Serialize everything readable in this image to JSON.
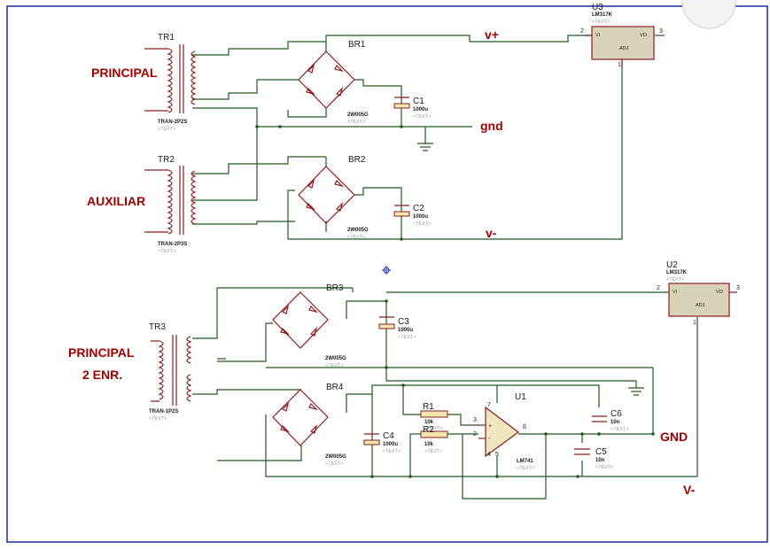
{
  "schematic": {
    "net_labels": {
      "principal": "PRINCIPAL",
      "auxiliar": "AUXILIAR",
      "principal2_line1": "PRINCIPAL",
      "principal2_line2": "2 ENR.",
      "vplus": "v+",
      "gnd": "gnd",
      "vminus": "v-",
      "gnd_caps": "GND",
      "vminus_caps": "V-"
    },
    "placeholder_text": "<TEXT>",
    "components": {
      "tr1": {
        "ref": "TR1",
        "value": "TRAN-2P2S"
      },
      "tr2": {
        "ref": "TR2",
        "value": "TRAN-2P3S"
      },
      "tr3": {
        "ref": "TR3",
        "value": "TRAN-1P2S"
      },
      "br1": {
        "ref": "BR1",
        "value": "2W005G"
      },
      "br2": {
        "ref": "BR2",
        "value": "2W005G"
      },
      "br3": {
        "ref": "BR3",
        "value": "2W005G"
      },
      "br4": {
        "ref": "BR4",
        "value": "2W005G"
      },
      "c1": {
        "ref": "C1",
        "value": "1000u"
      },
      "c2": {
        "ref": "C2",
        "value": "1000u"
      },
      "c3": {
        "ref": "C3",
        "value": "1000u"
      },
      "c4": {
        "ref": "C4",
        "value": "1000u"
      },
      "c5": {
        "ref": "C5",
        "value": "10n"
      },
      "c6": {
        "ref": "C6",
        "value": "10n"
      },
      "r1": {
        "ref": "R1",
        "value": "10k"
      },
      "r2": {
        "ref": "R2",
        "value": "10k"
      },
      "u1": {
        "ref": "U1",
        "value": "LM741",
        "pin_plus": "+",
        "pin_minus": "-",
        "pins": [
          "7",
          "3",
          "2",
          "6",
          "4",
          "5"
        ]
      },
      "u2": {
        "ref": "U2",
        "value": "LM317K",
        "vi": "VI",
        "vo": "VO",
        "adj": "ADJ",
        "pins": [
          "2",
          "3",
          "1"
        ]
      },
      "u3": {
        "ref": "U3",
        "value": "LM317K",
        "vi": "VI",
        "vo": "VO",
        "adj": "ADJ",
        "pins": [
          "2",
          "3",
          "1"
        ]
      }
    }
  }
}
